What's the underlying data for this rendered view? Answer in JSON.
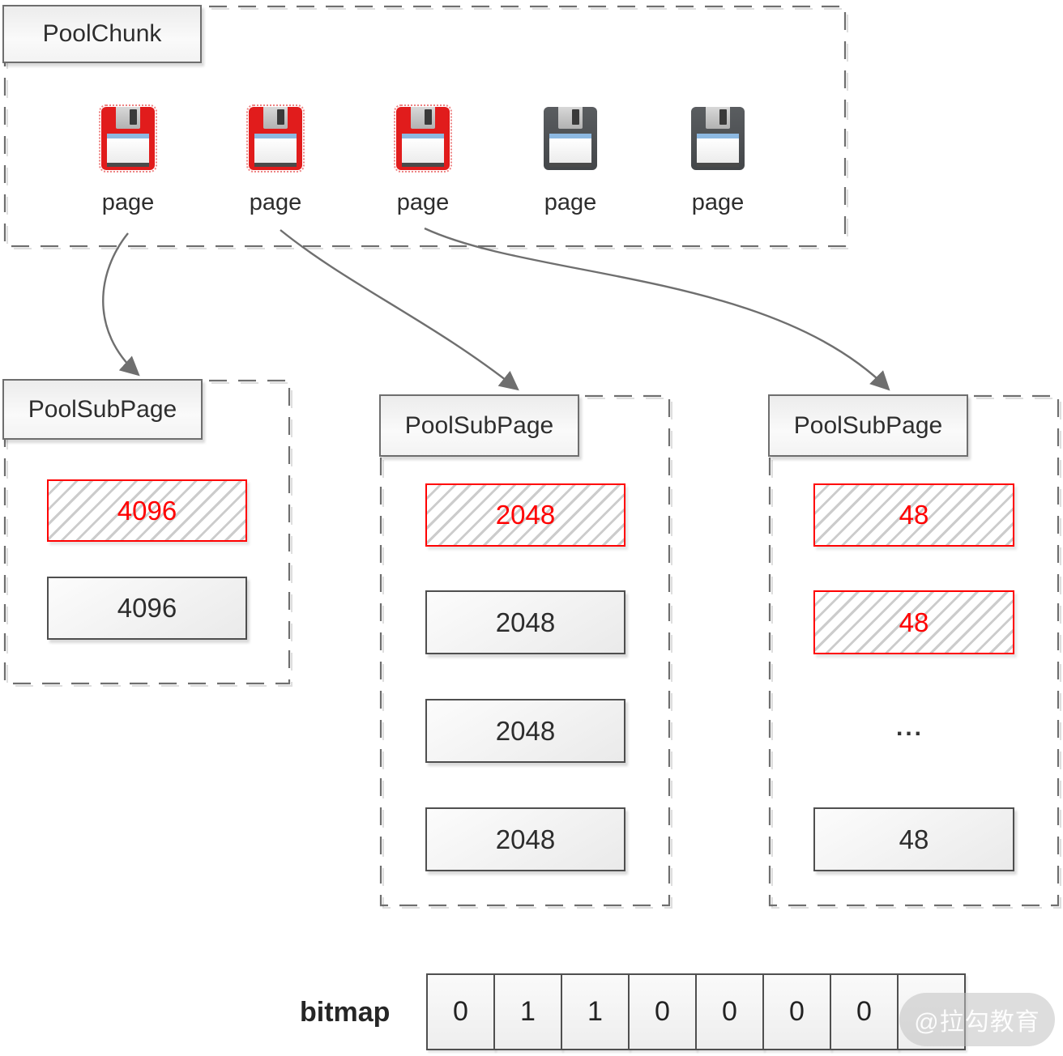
{
  "diagram": {
    "pool_chunk": {
      "title": "PoolChunk",
      "pages": [
        {
          "label": "page",
          "icon": "floppy-disk-icon",
          "state": "allocated"
        },
        {
          "label": "page",
          "icon": "floppy-disk-icon",
          "state": "allocated"
        },
        {
          "label": "page",
          "icon": "floppy-disk-icon",
          "state": "allocated"
        },
        {
          "label": "page",
          "icon": "floppy-disk-icon",
          "state": "free"
        },
        {
          "label": "page",
          "icon": "floppy-disk-icon",
          "state": "free"
        }
      ]
    },
    "subpages": [
      {
        "title": "PoolSubPage",
        "blocks": [
          {
            "value": "4096",
            "allocated": true
          },
          {
            "value": "4096",
            "allocated": false
          }
        ]
      },
      {
        "title": "PoolSubPage",
        "blocks": [
          {
            "value": "2048",
            "allocated": true
          },
          {
            "value": "2048",
            "allocated": false
          },
          {
            "value": "2048",
            "allocated": false
          },
          {
            "value": "2048",
            "allocated": false
          }
        ]
      },
      {
        "title": "PoolSubPage",
        "ellipsis": "...",
        "blocks": [
          {
            "value": "48",
            "allocated": true
          },
          {
            "value": "48",
            "allocated": true
          },
          {
            "value": "48",
            "allocated": false
          }
        ]
      }
    ],
    "bitmap": {
      "label": "bitmap",
      "cells": [
        "0",
        "1",
        "1",
        "0",
        "0",
        "0",
        "0",
        ""
      ]
    },
    "watermark": "@拉勾教育",
    "colors": {
      "allocated_accent": "#ff0000",
      "page_allocated": "#e11c1c",
      "page_free": "#4c4f52",
      "line": "#6f6f6f"
    }
  }
}
